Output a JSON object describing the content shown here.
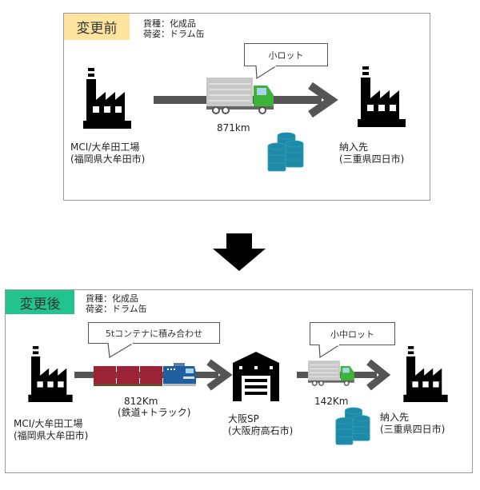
{
  "before": {
    "tag": "変更前",
    "tag_color": "#fde5a0",
    "cargo_type": "貨種：化成品",
    "packaging": "荷姿：ドラム缶",
    "callout": "小ロット",
    "distance": "871km",
    "origin_name": "MCI/大牟田工場",
    "origin_location": "(福岡県大牟田市)",
    "destination_name": "納入先",
    "destination_location": "(三重県四日市)"
  },
  "transition_arrow": "down-arrow",
  "after": {
    "tag": "変更後",
    "tag_color": "#21c38e",
    "cargo_type": "貨種：化成品",
    "packaging": "荷姿：ドラム缶",
    "callout_rail": "5tコンテナに積み合わせ",
    "distance_rail": "812Km",
    "mode_rail": "(鉄道+トラック)",
    "callout_truck": "小中ロット",
    "distance_truck": "142Km",
    "origin_name": "MCI/大牟田工場",
    "origin_location": "(福岡県大牟田市)",
    "hub_name": "大阪SP",
    "hub_location": "(大阪府高石市)",
    "destination_name": "納入先",
    "destination_location": "(三重県四日市)"
  },
  "colors": {
    "arrow_gray": "#555555",
    "truck_cab": "#3cb43c",
    "truck_box": "#c8c8c8",
    "train_cars": "#9b2335",
    "locomotive": "#1f5fa0",
    "drum": "#1e8aa8"
  }
}
